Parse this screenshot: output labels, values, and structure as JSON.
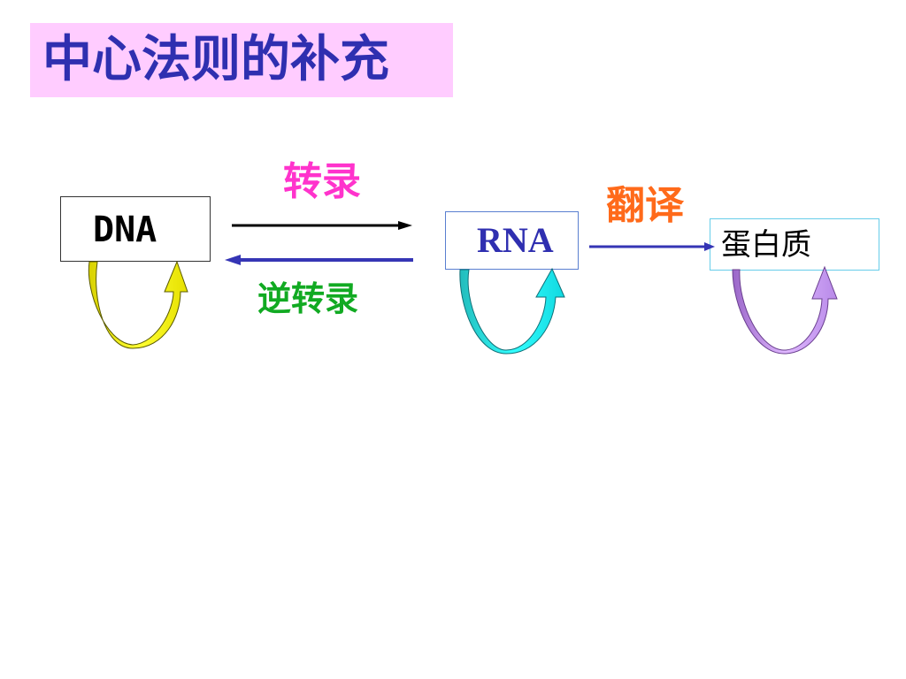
{
  "title": "中心法则的补充",
  "nodes": {
    "dna": "DNA",
    "rna": "RNA",
    "protein": "蛋白质"
  },
  "processes": {
    "transcription": "转录",
    "reverse_transcription": "逆转录",
    "translation": "翻译"
  },
  "colors": {
    "title_bg": "#ffccff",
    "title_text": "#2f2fb0",
    "transcription": "#ff33cc",
    "reverse_transcription": "#11aa22",
    "translation": "#ff6a1a",
    "dna_loop": "#ffff00",
    "rna_loop": "#00e5e5",
    "protein_loop": "#c38be6"
  }
}
